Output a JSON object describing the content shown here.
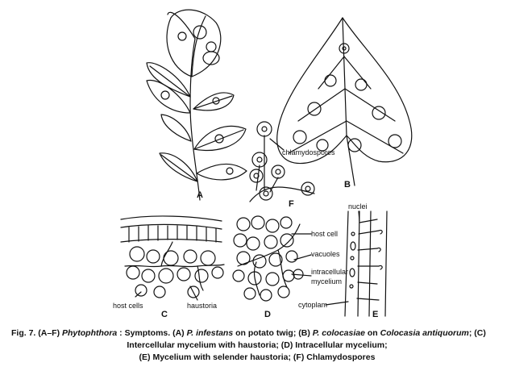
{
  "panels": {
    "A": {
      "label": "A"
    },
    "B": {
      "label": "B"
    },
    "C": {
      "label": "C",
      "annotations": {
        "host_cells": "host cells",
        "haustoria": "haustoria"
      }
    },
    "D": {
      "label": "D",
      "annotations": {
        "host_cell": "host cell",
        "vacuoles": "vacuoles",
        "intracellular": "intracellular",
        "mycelium": "mycelium"
      }
    },
    "E": {
      "label": "E",
      "annotations": {
        "nuclei": "nuclei",
        "cytoplam": "cytoplam"
      }
    },
    "F": {
      "label": "F",
      "annotations": {
        "chlamydospores": "chlamydospores"
      }
    }
  },
  "caption": {
    "fig": "Fig. 7. (A–F) ",
    "genus": "Phytophthora",
    "after_genus": " : Symptoms. (A) ",
    "sp_a": "P. infestans",
    "after_a": " on potato twig; (B) ",
    "sp_b": "P. colocasiae",
    "mid_b": " on ",
    "host_b": "Colocasia antiquorum",
    "end_line1": "; (C)",
    "line2": "Intercellular mycelium with haustoria; (D) Intracellular mycelium;",
    "line3": "(E) Mycelium with selender haustoria; (F) Chlamydospores"
  }
}
